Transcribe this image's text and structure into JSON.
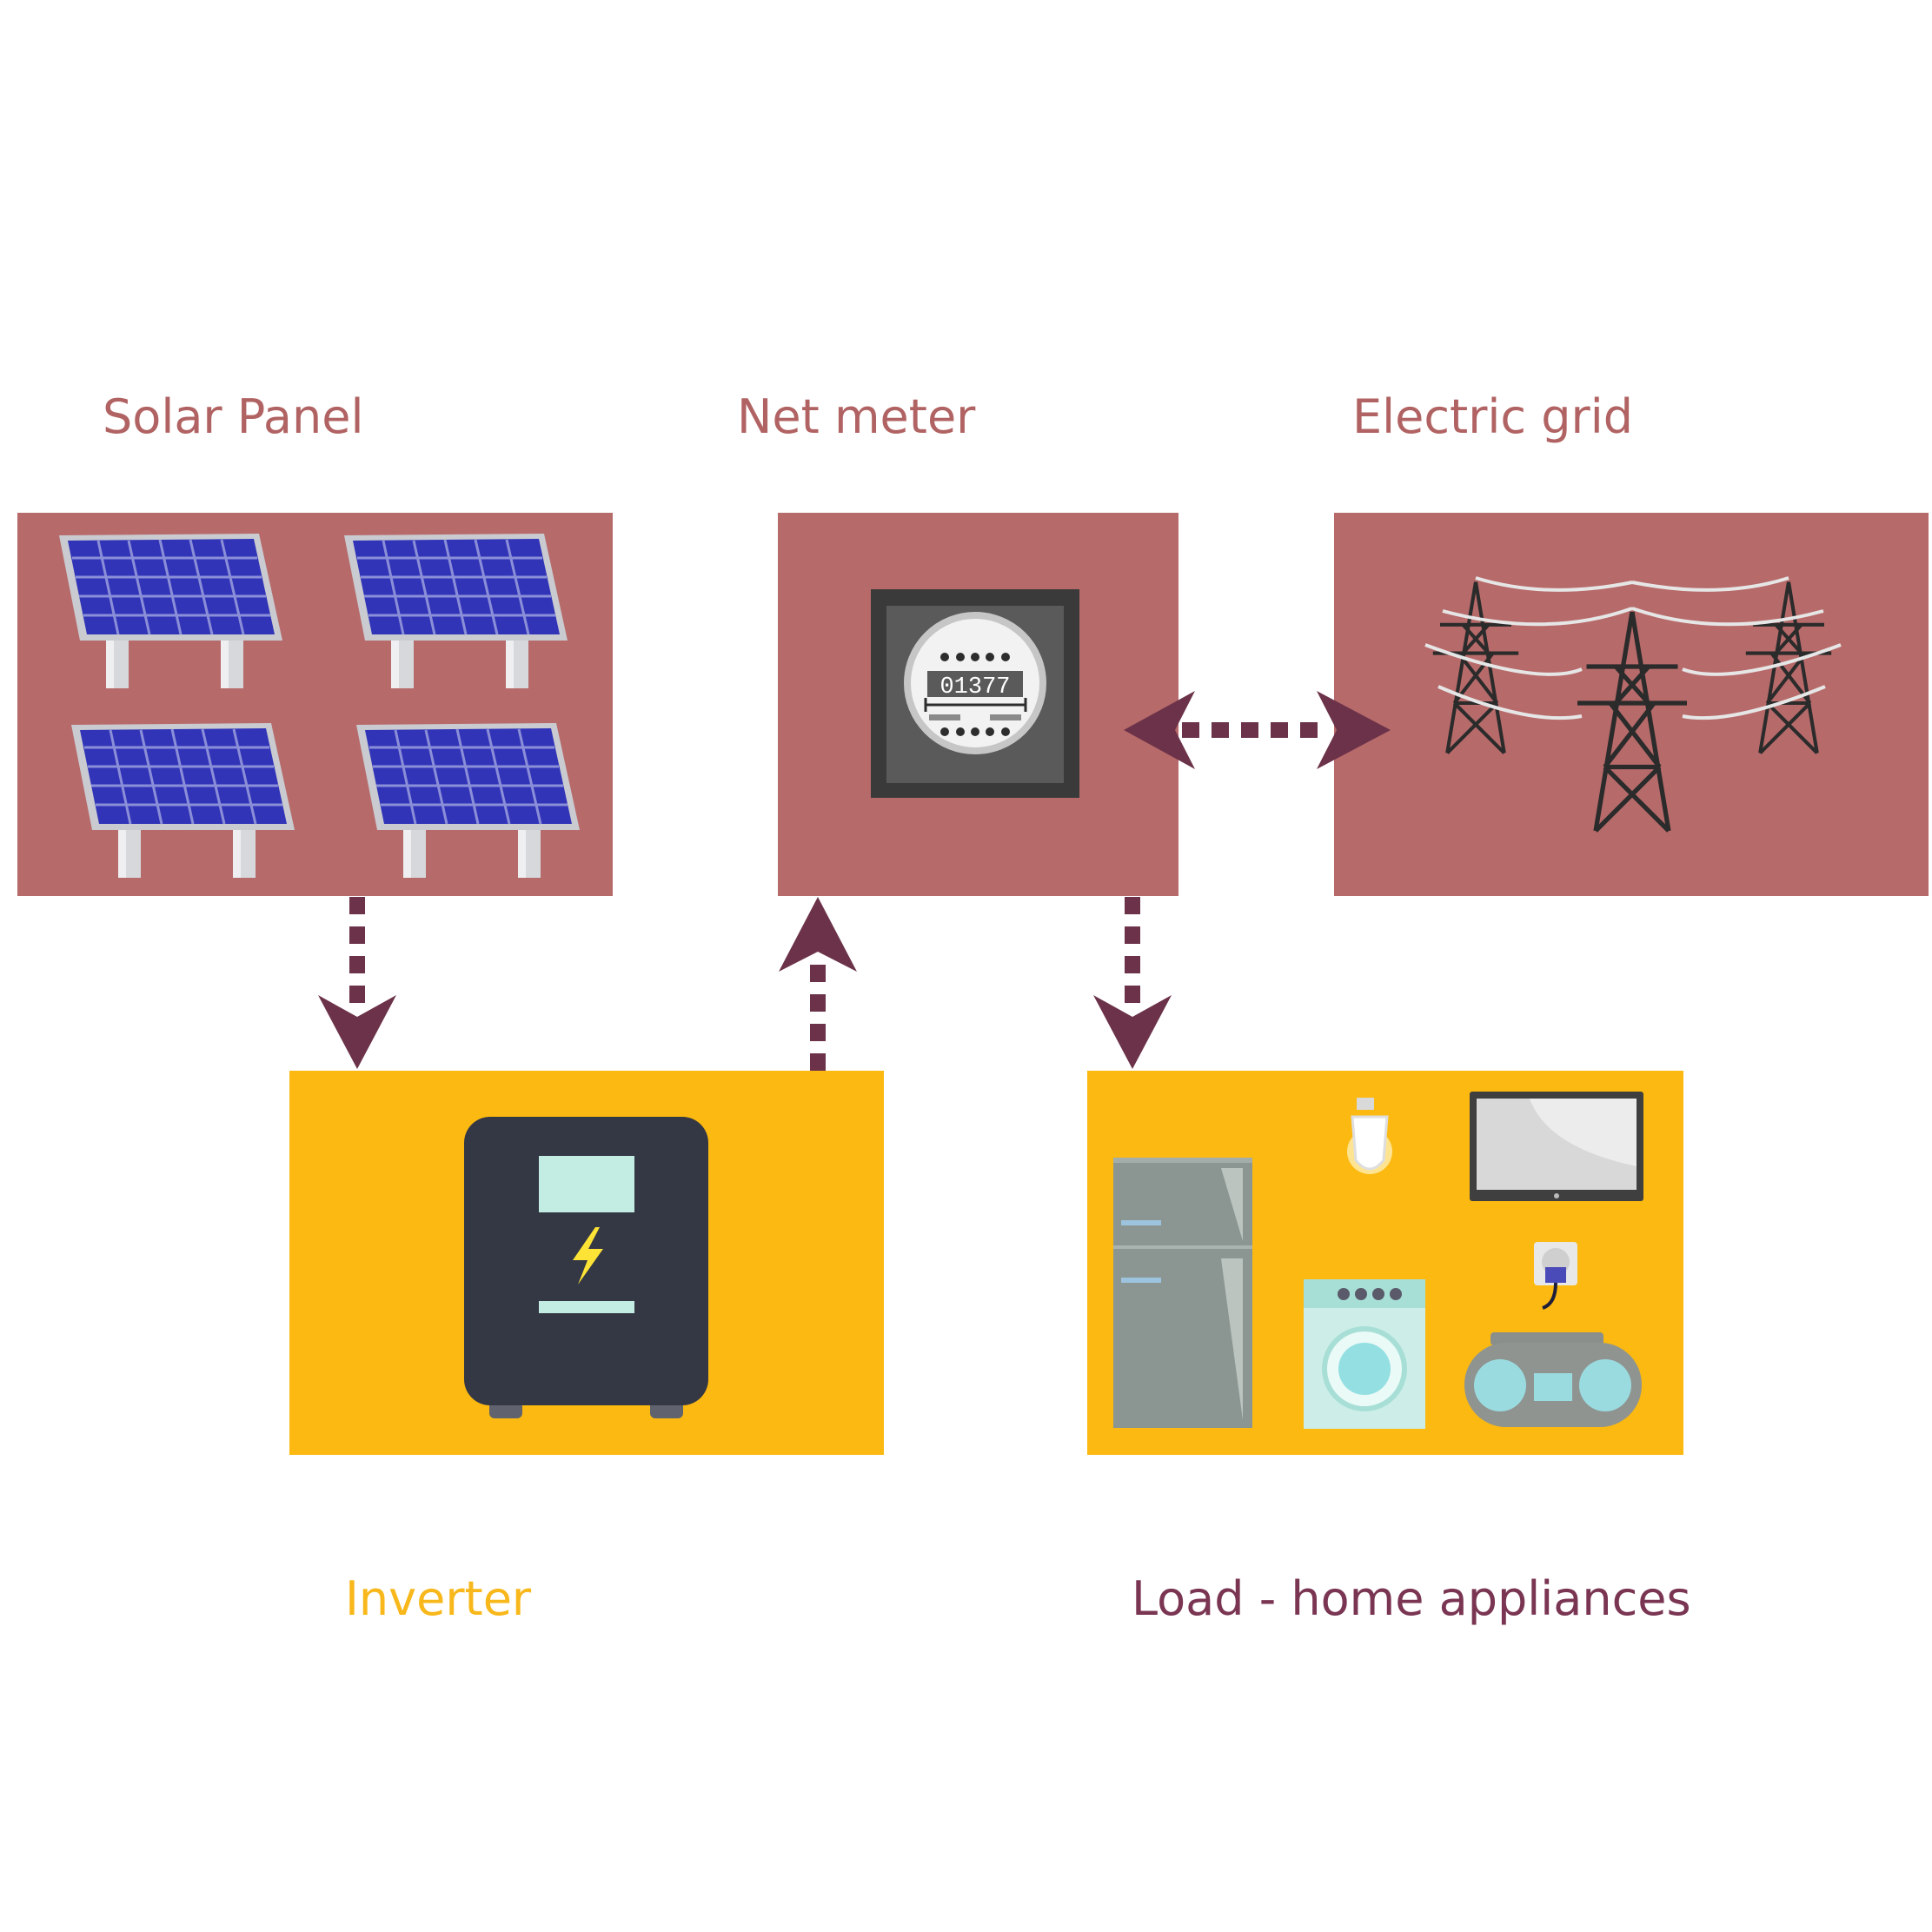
{
  "nodes": {
    "solar_panel": {
      "label": "Solar Panel"
    },
    "net_meter": {
      "label": "Net meter",
      "reading": "01377"
    },
    "electric_grid": {
      "label": "Electric grid"
    },
    "inverter": {
      "label": "Inverter"
    },
    "load": {
      "label": "Load - home appliances"
    }
  },
  "edges": [
    {
      "from": "solar_panel",
      "to": "inverter",
      "direction": "one-way"
    },
    {
      "from": "inverter",
      "to": "net_meter",
      "direction": "one-way"
    },
    {
      "from": "net_meter",
      "to": "load",
      "direction": "one-way"
    },
    {
      "from": "net_meter",
      "to": "electric_grid",
      "direction": "two-way"
    }
  ],
  "colors": {
    "top_box": "#b76a6a",
    "bottom_box": "#fbb911",
    "arrow": "#6b3249",
    "label_top": "#b16363",
    "label_inverter": "#f8b81b",
    "label_load": "#7a3552",
    "panel_cell": "#3234b8"
  },
  "icons": {
    "solar_panel": "solar-panels-icon",
    "net_meter": "electric-meter-icon",
    "electric_grid": "transmission-towers-icon",
    "inverter": "inverter-icon",
    "load": "home-appliances-icon"
  }
}
